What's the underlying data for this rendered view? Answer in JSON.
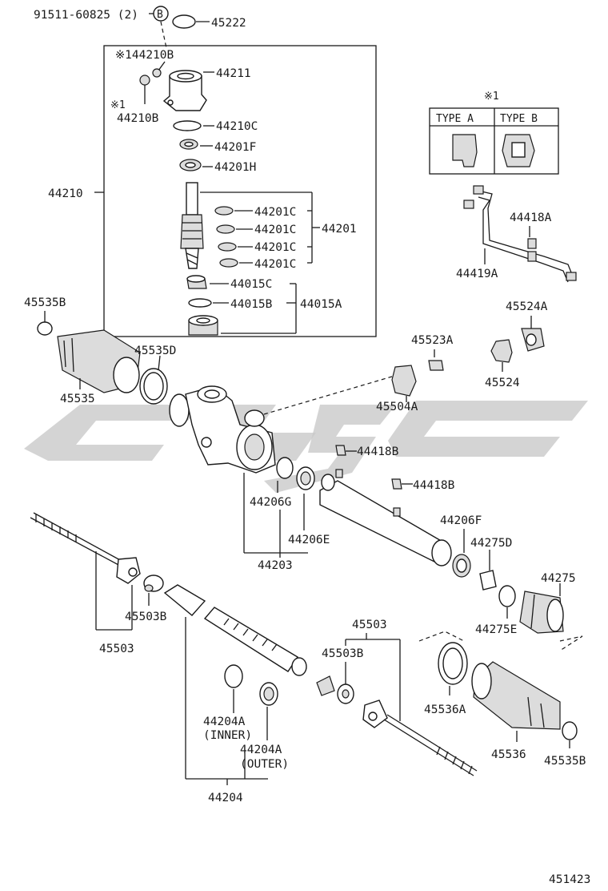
{
  "diagram": {
    "figure_number": "451423",
    "watermark_logo": "stylized gray brand logo",
    "top_bolt": "91511-60825 (2)",
    "reference_b": "B",
    "labels": {
      "p45222": "45222",
      "p44210B_note": "※144210B",
      "p44211": "44211",
      "note_1": "※1",
      "p44210B": "44210B",
      "p44210C": "44210C",
      "p44201F": "44201F",
      "p44201H": "44201H",
      "p44210": "44210",
      "p44201C_1": "44201C",
      "p44201C_2": "44201C",
      "p44201C_3": "44201C",
      "p44201C_4": "44201C",
      "p44201": "44201",
      "p44015C": "44015C",
      "p44015B": "44015B",
      "p44015A": "44015A",
      "p45535B_top": "45535B",
      "p45535D": "45535D",
      "p45535": "45535",
      "p45523A": "45523A",
      "p45524A": "45524A",
      "p45524": "45524",
      "p45504A": "45504A",
      "p44418A": "44418A",
      "p44419A": "44419A",
      "p44418B_1": "44418B",
      "p44418B_2": "44418B",
      "p44206G": "44206G",
      "p44206E": "44206E",
      "p44203": "44203",
      "p44206F": "44206F",
      "p44275D": "44275D",
      "p44275": "44275",
      "p44275E": "44275E",
      "p45503B_left": "45503B",
      "p45503_left": "45503",
      "p45503_right": "45503",
      "p45503B_right": "45503B",
      "p45536A": "45536A",
      "p45536": "45536",
      "p45535B_bottom": "45535B",
      "p44204A_inner": "44204A",
      "inner": "(INNER)",
      "p44204A_outer": "44204A",
      "outer": "(OUTER)",
      "p44204": "44204"
    },
    "type_box": {
      "note": "※1",
      "type_a": "TYPE  A",
      "type_b": "TYPE  B"
    }
  }
}
